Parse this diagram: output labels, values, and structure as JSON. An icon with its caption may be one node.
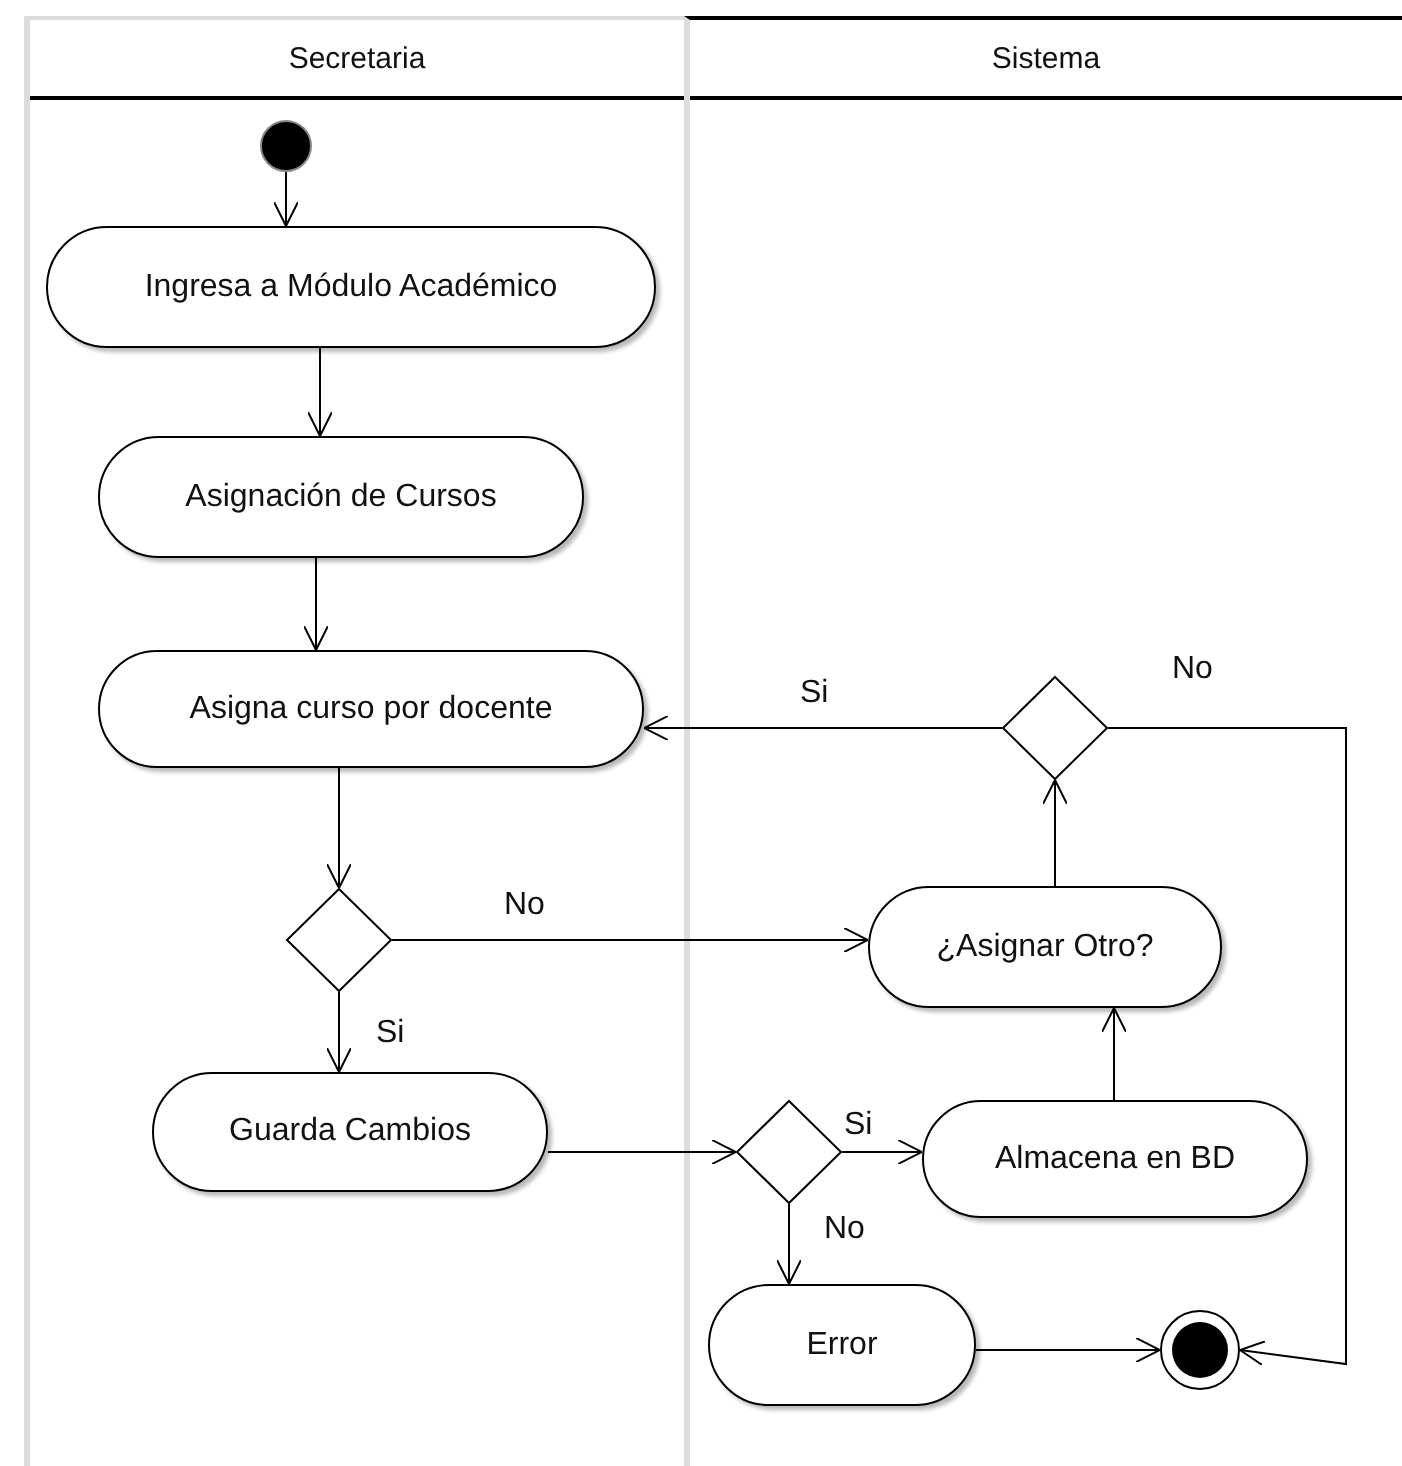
{
  "diagram": {
    "nodes": [
      {
        "text": [
          "Secretaria"
        ]
      },
      {
        "text": [
          "Sistema"
        ]
      },
      {
        "text": [],
        "shape": "circle",
        "in": 0
      },
      {
        "text": [
          "Ingresa a Módulo Académico"
        ],
        "in": 0
      },
      {
        "text": [
          "Asignación de Cursos"
        ],
        "in": 0
      },
      {
        "text": [
          "Asigna curso por docente"
        ],
        "in": 0
      },
      {
        "text": [],
        "shape": "diamond",
        "in": 1
      },
      {
        "text": [],
        "shape": "diamond",
        "in": 0
      },
      {
        "text": [
          "¿Asignar Otro?"
        ],
        "in": 1
      },
      {
        "text": [
          "Guarda Cambios"
        ],
        "in": 0
      },
      {
        "text": [],
        "shape": "diamond",
        "in": 1
      },
      {
        "text": [
          "Almacena en BD"
        ],
        "in": 1
      },
      {
        "text": [
          "Error"
        ],
        "in": 1
      },
      {
        "text": [],
        "shape": "bullseye",
        "in": 1
      }
    ],
    "edges": [
      {
        "from": 2,
        "to": 3,
        "arrow": "to"
      },
      {
        "from": 3,
        "to": 4,
        "arrow": "to"
      },
      {
        "from": 4,
        "to": 5,
        "arrow": "to"
      },
      {
        "from": 5,
        "to": 7,
        "arrow": "to"
      },
      {
        "from": 7,
        "to": 8,
        "arrow": "to",
        "label": "No"
      },
      {
        "from": 7,
        "to": 9,
        "arrow": "to",
        "label": "Si"
      },
      {
        "from": 9,
        "to": 10,
        "arrow": "to"
      },
      {
        "from": 10,
        "to": 11,
        "arrow": "to",
        "label": "Si"
      },
      {
        "from": 10,
        "to": 12,
        "arrow": "to",
        "label": "No"
      },
      {
        "from": 11,
        "to": 8,
        "arrow": "to"
      },
      {
        "from": 8,
        "to": 6,
        "arrow": "to"
      },
      {
        "from": 6,
        "to": 5,
        "arrow": "to",
        "label": "Si"
      },
      {
        "from": 6,
        "to": 13,
        "arrow": "to",
        "label": "No"
      },
      {
        "from": 12,
        "to": 13,
        "arrow": "to"
      }
    ]
  }
}
